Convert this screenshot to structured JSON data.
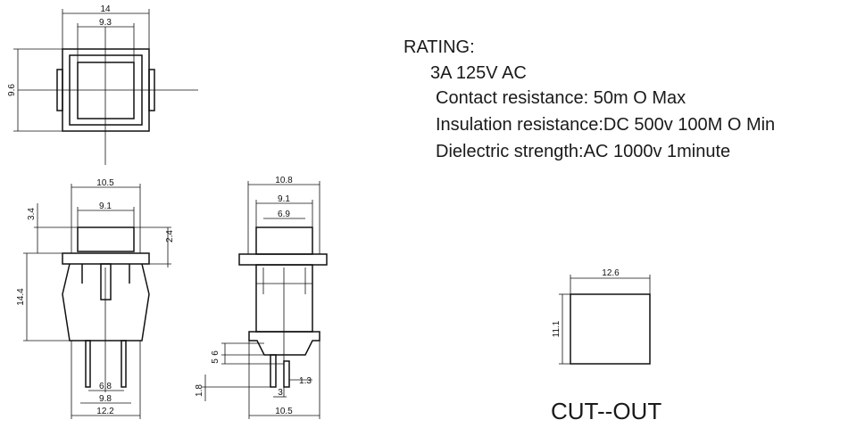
{
  "rating": {
    "heading": "RATING:",
    "line_current": "3A    125V AC",
    "line_contact": "Contact resistance: 50m O Max",
    "line_insulation": "Insulation resistance:DC 500v 100M O  Min",
    "line_dielectric": "Dielectric strength:AC 1000v 1minute"
  },
  "cutout": {
    "title": "CUT--OUT",
    "width_dim": "12.6",
    "height_dim": "11.1"
  },
  "top_view": {
    "outer_width_dim": "14",
    "inner_width_dim": "9.3",
    "height_dim": "9.6"
  },
  "front_view": {
    "body_width_dim": "10.5",
    "button_width_dim": "9.1",
    "button_height_dim": "3.4",
    "flange_dim": "2.4",
    "height_dim": "14.4",
    "pin_spacing_dim": "6.8",
    "pin_span_dim": "9.8",
    "bottom_width_dim": "12.2"
  },
  "side_view": {
    "top_width_dim": "10.8",
    "mid_width_dim": "9.1",
    "inner_width_dim": "6.9",
    "pin_h1_dim": "6",
    "pin_h2_dim": "5",
    "pin_h3_dim": "1.8",
    "pin_w_dim": "1.3",
    "pin_gap_dim": "3",
    "bottom_width_dim": "10.5"
  }
}
